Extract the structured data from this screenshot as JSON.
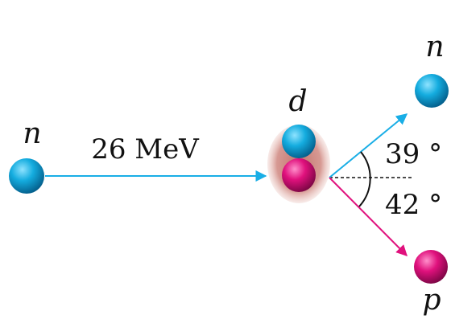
{
  "labels": {
    "incoming_particle": "n",
    "energy": "26 MeV",
    "target": "d",
    "outgoing_neutron": "n",
    "outgoing_proton": "p",
    "angle_up": "39 °",
    "angle_down": "42 °"
  },
  "colors": {
    "neutron": "#0aa3dd",
    "proton": "#e0117d",
    "neutron_arrow": "#19aee6",
    "proton_arrow": "#e0117d",
    "deuteron_glow": "#c9776f",
    "text": "#111111"
  }
}
